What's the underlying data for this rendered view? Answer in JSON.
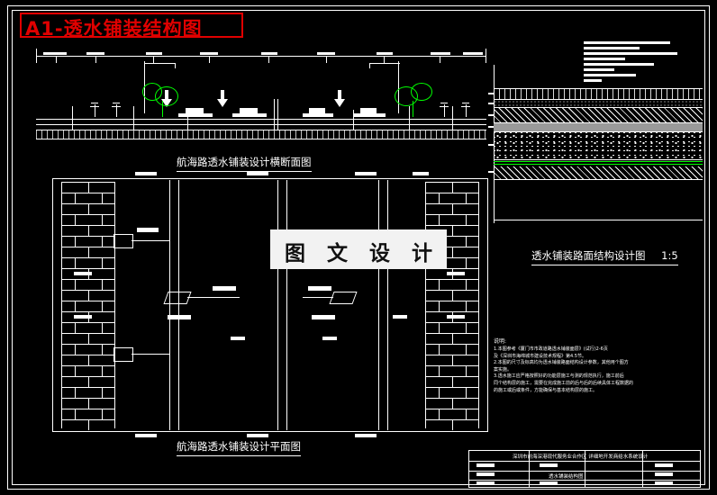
{
  "drawing": {
    "title": "A1-透水铺装结构图",
    "title_color": "#e00000",
    "watermark": "图 文 设 计",
    "captions": {
      "section": "航海路透水铺装设计横断面图",
      "plan": "航海路透水铺装设计平面图",
      "pavement": "透水铺装路面结构设计图",
      "pavement_scale": "1:5"
    },
    "notes_heading": "说明:",
    "notes": [
      "1.本图参考《厦门市市政道路透水铺装面层》(试行)2-6页",
      "及《深圳市海绵城市建设技术规程》第4.5节。",
      "2.本图的尺寸及标高均为透水铺装路面结构设计参数，其他用个图方",
      "案实施。",
      "3.透水施工应严格按照好的功能层施工与测的规范执行，施工前后",
      "同个结构层的施工，需要在完成施工前的后与后的后续具体工程数据的",
      "的施工或后或条件，方能确保与基本结构层的施工。"
    ],
    "titleblock": {
      "project": "深圳市前海深港现代服务业合作区 详细地开发商给水系统设计",
      "sheet_name": "透水铺装结构图"
    }
  },
  "section_labels": {
    "left_verge": "",
    "median": "",
    "right_verge": ""
  }
}
